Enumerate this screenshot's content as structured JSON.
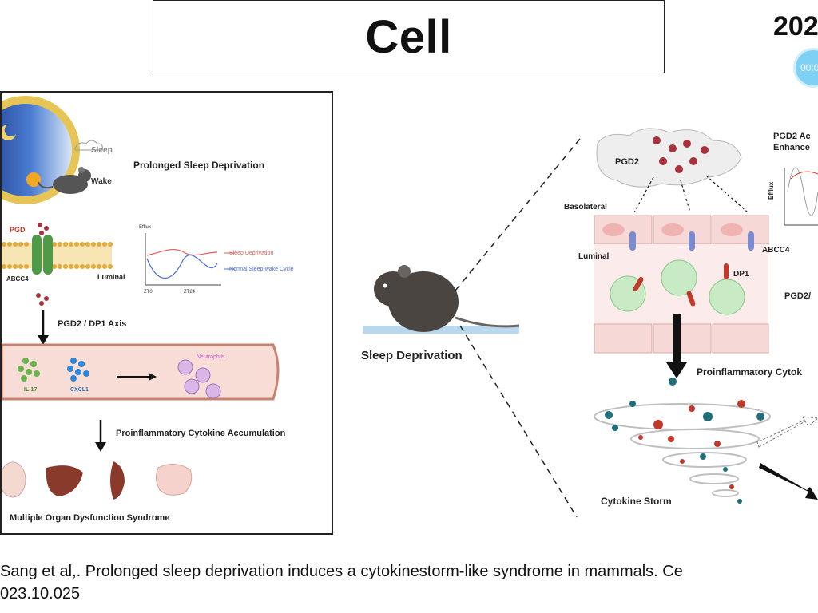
{
  "slide": {
    "title": "Cell",
    "year": "202",
    "timer": "00:0"
  },
  "left_panel": {
    "sleep_label": "Sleep",
    "wake_label": "Wake",
    "heading": "Prolonged Sleep Deprivation",
    "pgd_label": "PGD",
    "abcc4_label": "ABCC4",
    "luminal_label": "Luminal",
    "efflux_label": "Efflux",
    "legend_sd": "Sleep Deprivation",
    "legend_normal": "Normal Sleep-wake Cycle",
    "zt0": "ZT0",
    "zt24": "ZT24",
    "axis_label": "PGD2 / DP1 Axis",
    "il17": "IL-17",
    "cxcl1": "CXCL1",
    "neutrophils": "Neutrophils",
    "accumulation": "Proinflammatory Cytokine Accumulation",
    "mods": "Multiple Organ Dysfunction Syndrome"
  },
  "right_panel": {
    "mouse_label": "Sleep Deprivation",
    "pgd2": "PGD2",
    "pgd2_act_line1": "PGD2 Ac",
    "pgd2_act_line2": "Enhance",
    "efflux": "Efflux",
    "basolateral": "Basolateral",
    "luminal": "Luminal",
    "abcc4": "ABCC4",
    "dp1": "DP1",
    "pgd2_slash": "PGD2/",
    "proinflammatory": "Proinflammatory Cytok",
    "cytokine_storm": "Cytokine Storm"
  },
  "caption": {
    "line1": "Sang et al,. Prolonged sleep deprivation induces a cytokinestorm-like syndrome in mammals. Ce",
    "line2": "023.10.025"
  }
}
